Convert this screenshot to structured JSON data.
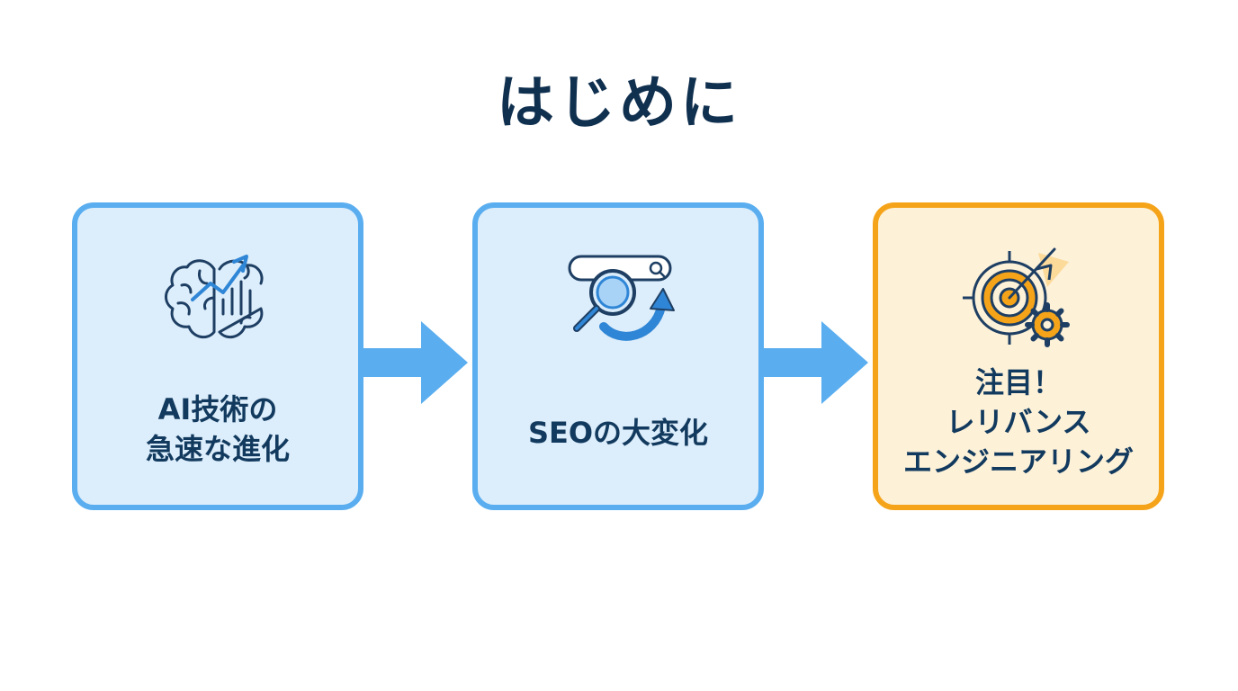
{
  "title": "はじめに",
  "steps": [
    {
      "icon": "brain-chart-icon",
      "label_lines": [
        "AI技術の",
        "急速な進化"
      ]
    },
    {
      "icon": "search-arrow-icon",
      "label_lines": [
        "SEOの大変化"
      ]
    },
    {
      "icon": "target-gear-icon",
      "label_lines": [
        "注目！",
        "レリバンス",
        "エンジニアリング"
      ],
      "highlight": true
    }
  ],
  "colors": {
    "title": "#10304f",
    "card_border": "#5aaef0",
    "card_fill": "#dcedfb",
    "highlight_border": "#f5a41a",
    "highlight_fill": "#fdf1d8",
    "arrow": "#5aaef0"
  }
}
